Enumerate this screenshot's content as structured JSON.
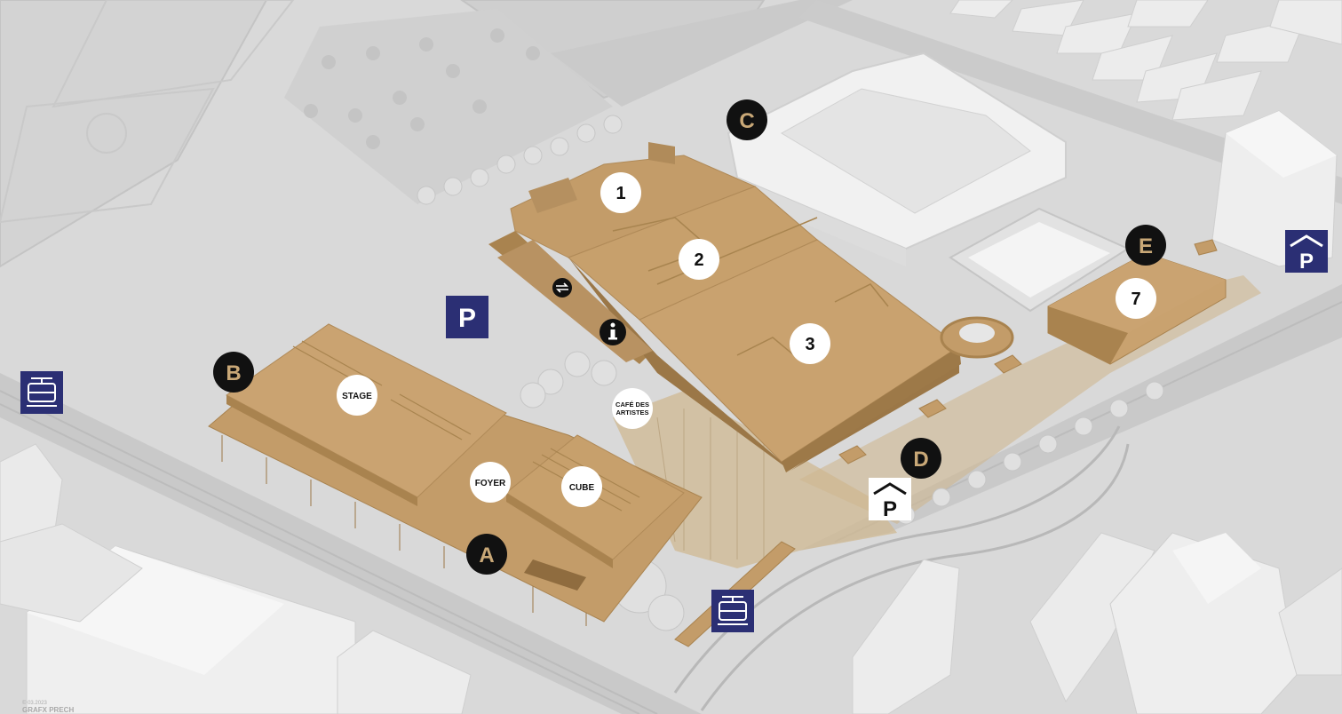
{
  "markers": {
    "entrances": {
      "a": "A",
      "b": "B",
      "c": "C",
      "d": "D",
      "e": "E"
    },
    "buildings": {
      "n1": "1",
      "n2": "2",
      "n3": "3",
      "n7": "7"
    },
    "venues": {
      "stage": "STAGE",
      "foyer": "FOYER",
      "cube": "CUBE",
      "cafe_line1": "CAFÉ DES",
      "cafe_line2": "ARTISTES"
    },
    "parking": {
      "label": "P"
    }
  },
  "icons": {
    "tram": "tram-icon",
    "parking": "parking-icon",
    "covered_parking": "covered-parking-icon",
    "info": "info-icon",
    "transfer": "transfer-icon"
  },
  "footer": {
    "copyright": "© 03.2023",
    "brand": "GRAFX PRECH"
  },
  "colors": {
    "building_gold": "#c39c69",
    "building_gold_dark": "#a9834f",
    "plaza_tan": "#cdb590",
    "ground": "#d9d9d9",
    "marker_dark": "#111111",
    "entrance_letter": "#c9a877",
    "transit_blue": "#2b2f74"
  }
}
